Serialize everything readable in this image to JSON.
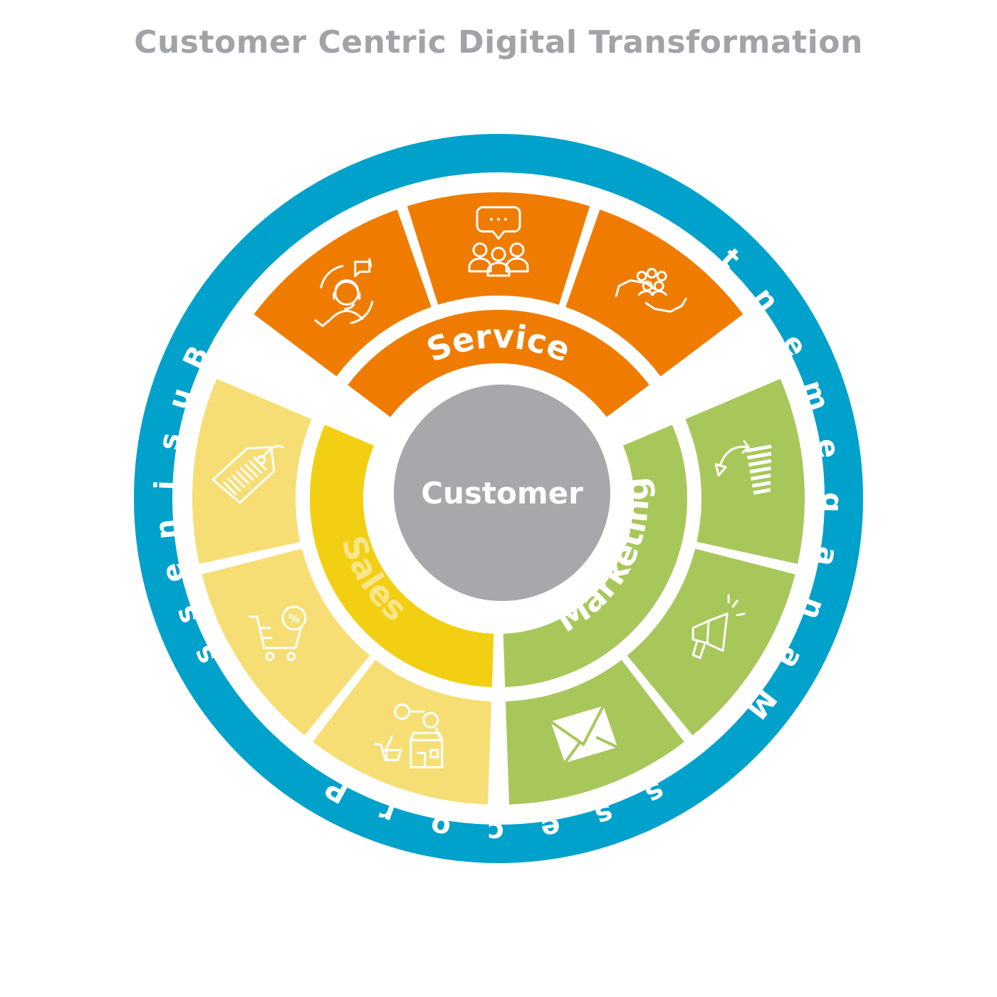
{
  "title": "Customer Centric Digital Transformation",
  "outer_ring": {
    "text": "Business Process Management",
    "color": "#00a1cb"
  },
  "center": {
    "label": "Customer",
    "color": "#a6a8ab"
  },
  "segments": [
    {
      "label": "Service",
      "inner_color": "#ef7c00",
      "outer_color": "#ef7c00",
      "icons": [
        "customer-support-cycle-icon",
        "group-chat-icon",
        "hands-community-icon"
      ]
    },
    {
      "label": "Marketing",
      "inner_color": "#a8c75b",
      "outer_color": "#a8c75b",
      "icons": [
        "growth-chart-icon",
        "megaphone-icon",
        "email-envelope-icon"
      ]
    },
    {
      "label": "Sales",
      "inner_color": "#f2cf12",
      "outer_color": "#f6de74",
      "icons": [
        "price-tag-icon",
        "discount-cart-icon",
        "customer-shop-flow-icon"
      ]
    }
  ]
}
